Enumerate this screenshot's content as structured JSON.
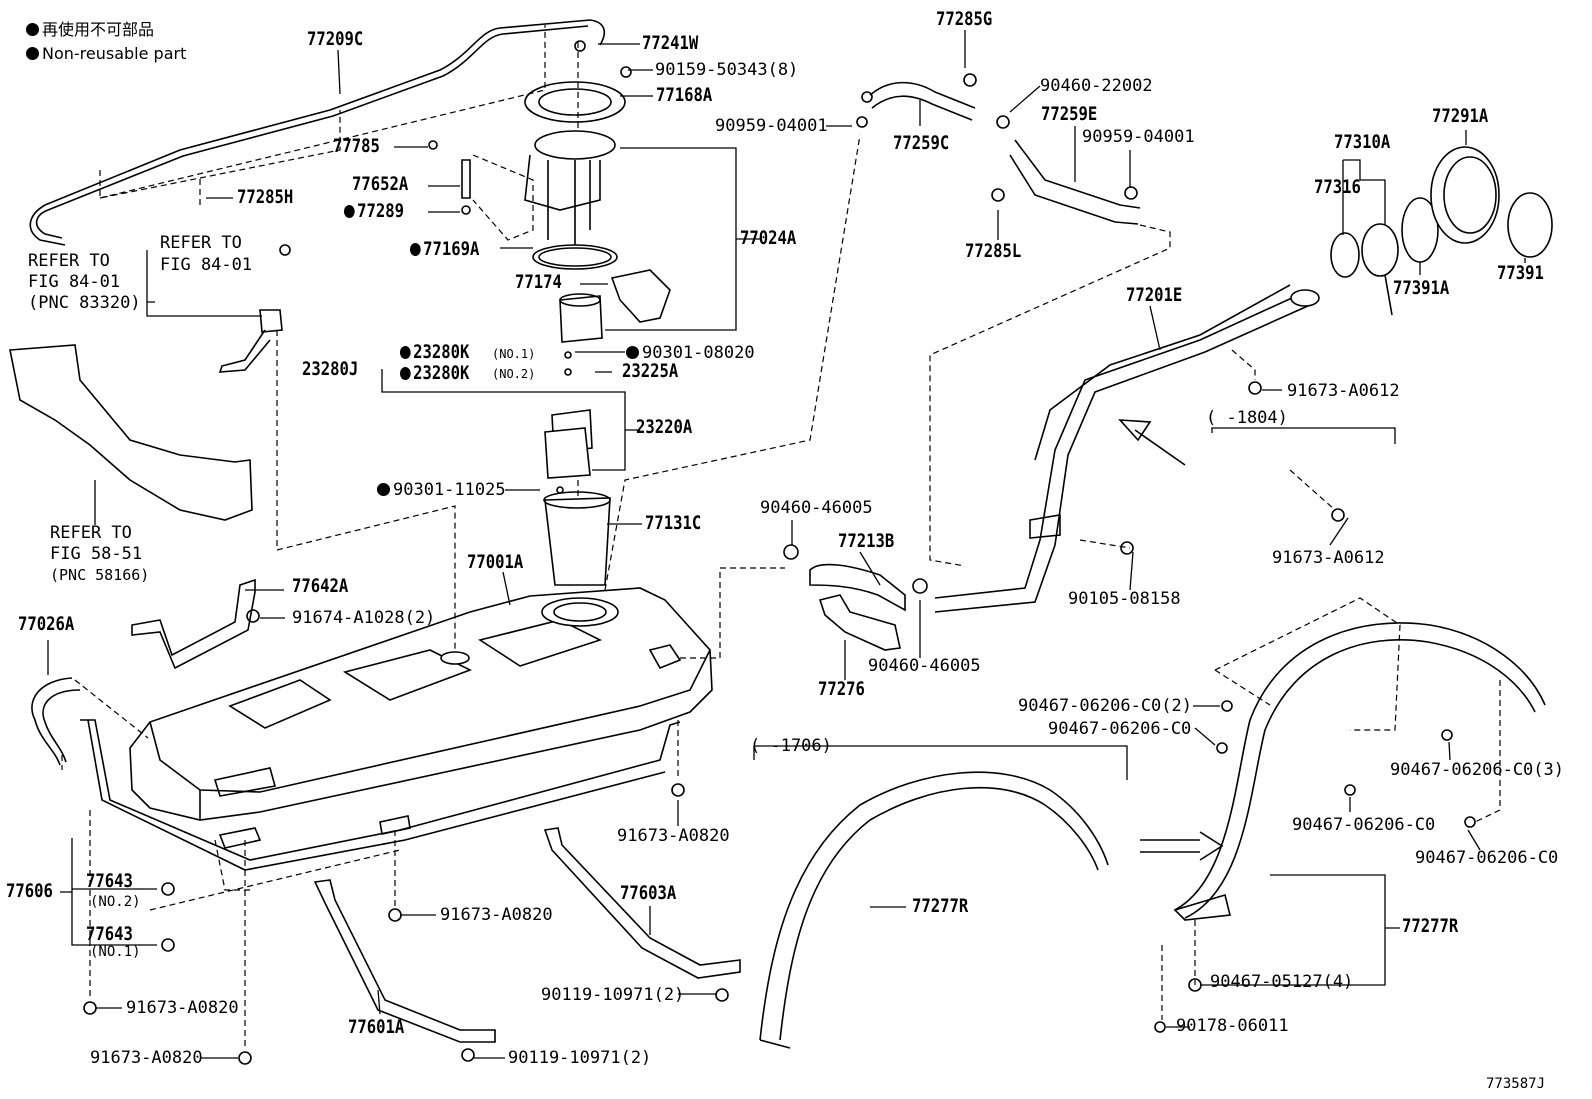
{
  "legend": {
    "nonreusable_jp": "再使用不可部品",
    "nonreusable_en": "Non-reusable part"
  },
  "refs": {
    "refer_to": "REFER TO",
    "fig_84_01": "FIG 84-01",
    "pnc_83320": "(PNC 83320)",
    "fig_58_51": "FIG 58-51",
    "pnc_58166": "(PNC 58166)"
  },
  "ranges": {
    "r1804": "(    -1804)",
    "r1706": "(    -1706)"
  },
  "parts": {
    "p77209C": "77209C",
    "p77241W": "77241W",
    "p90159": "90159-50343(8)",
    "p77168A": "77168A",
    "p77785": "77785",
    "p77652A": "77652A",
    "p77289": "77289",
    "p77285H": "77285H",
    "p77024A": "77024A",
    "p77169A": "77169A",
    "p77174": "77174",
    "p23280J": "23280J",
    "p23280K1": "23280K",
    "no1": "(NO.1)",
    "p23280K2": "23280K",
    "no2": "(NO.2)",
    "p90301_08020": "90301-08020",
    "p23225A": "23225A",
    "p23220A": "23220A",
    "p90301_11025": "90301-11025",
    "p77131C": "77131C",
    "p77001A": "77001A",
    "p77642A": "77642A",
    "p91674": "91674-A1028(2)",
    "p77026A": "77026A",
    "p77285G": "77285G",
    "p90460_22002": "90460-22002",
    "p90959_a": "90959-04001",
    "p77259C": "77259C",
    "p77259E": "77259E",
    "p90959_b": "90959-04001",
    "p77285L": "77285L",
    "p77310A": "77310A",
    "p77291A": "77291A",
    "p77316": "77316",
    "p77391A": "77391A",
    "p77391": "77391",
    "p77201E": "77201E",
    "p91673_0612a": "91673-A0612",
    "p91673_0612b": "91673-A0612",
    "p90460_46005a": "90460-46005",
    "p77213B": "77213B",
    "p90105": "90105-08158",
    "p90460_46005b": "90460-46005",
    "p77276": "77276",
    "p91673_0820a": "91673-A0820",
    "p91673_0820b": "91673-A0820",
    "p91673_0820c": "91673-A0820",
    "p91673_0820d": "91673-A0820",
    "p77606": "77606",
    "p77643a": "77643",
    "no2b": "(NO.2)",
    "p77643b": "77643",
    "no1b": "(NO.1)",
    "p77603A": "77603A",
    "p90119a": "90119-10971(2)",
    "p90119b": "90119-10971(2)",
    "p77601A": "77601A",
    "p77277R_a": "77277R",
    "p77277R_b": "77277R",
    "p90467_c02": "90467-06206-C0(2)",
    "p90467_c0a": "90467-06206-C0",
    "p90467_c03": "90467-06206-C0(3)",
    "p90467_c0b": "90467-06206-C0",
    "p90467_c0c": "90467-06206-C0",
    "p90467_05127": "90467-05127(4)",
    "p90178": "90178-06011",
    "fig_code": "773587J"
  }
}
